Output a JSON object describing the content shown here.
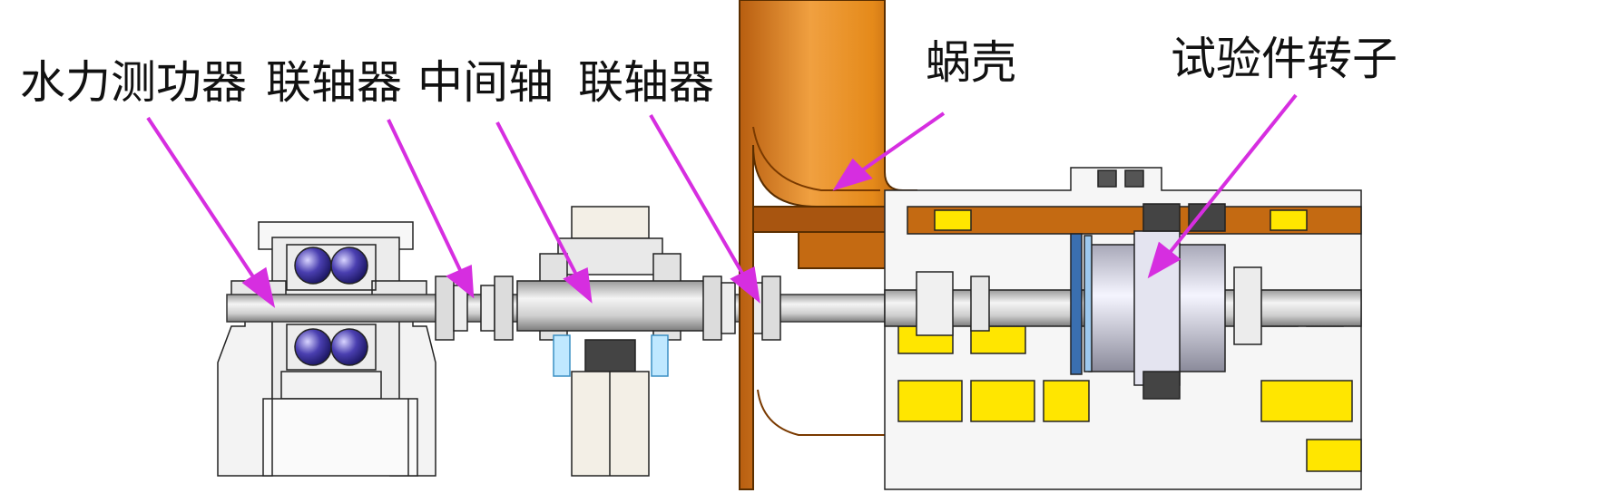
{
  "labels": {
    "dynamometer": "水力测功器",
    "coupling_left": "联轴器",
    "intermediate_shaft": "中间轴",
    "coupling_right": "联轴器",
    "volute": "蜗壳",
    "test_rotor": "试验件转子"
  },
  "colors": {
    "arrow": "#d62ee0",
    "volute_orange": "#e58a1a",
    "volute_dark": "#b85e10",
    "yellow_parts": "#ffe600",
    "bearing_blue": "#4a3fb0",
    "outline": "#222222"
  }
}
